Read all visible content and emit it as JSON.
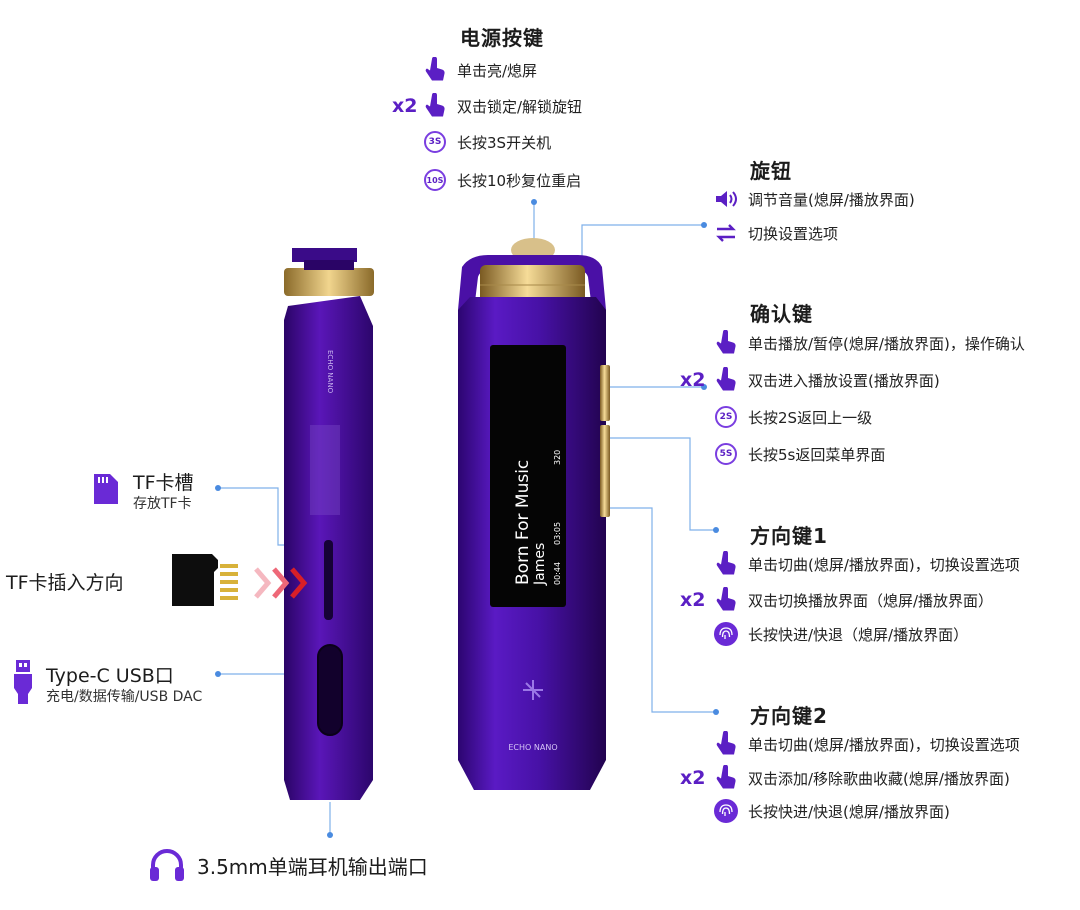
{
  "power": {
    "title": "电源按键",
    "items": [
      {
        "icon": "tap-icon",
        "text": "单击亮/熄屏"
      },
      {
        "icon": "tap-icon",
        "prefix": "x2",
        "text": "双击锁定/解锁旋钮"
      },
      {
        "icon": "hold-3s-icon",
        "badge": "3S",
        "text": "长按3S开关机"
      },
      {
        "icon": "hold-10s-icon",
        "badge": "10S",
        "text": "长按10秒复位重启"
      }
    ]
  },
  "knob": {
    "title": "旋钮",
    "items": [
      {
        "icon": "speaker-icon",
        "text": "调节音量(熄屏/播放界面)"
      },
      {
        "icon": "switch-arrows-icon",
        "text": "切换设置选项"
      }
    ]
  },
  "confirm": {
    "title": "确认键",
    "items": [
      {
        "icon": "tap-icon",
        "text": "单击播放/暂停(熄屏/播放界面)，操作确认"
      },
      {
        "icon": "tap-icon",
        "prefix": "x2",
        "text": "双击进入播放设置(播放界面)"
      },
      {
        "icon": "hold-2s-icon",
        "badge": "2S",
        "text": "长按2S返回上一级"
      },
      {
        "icon": "hold-5s-icon",
        "badge": "5S",
        "text": "长按5s返回菜单界面"
      }
    ]
  },
  "dir1": {
    "title": "方向键1",
    "items": [
      {
        "icon": "tap-icon",
        "text": "单击切曲(熄屏/播放界面)，切换设置选项"
      },
      {
        "icon": "tap-icon",
        "prefix": "x2",
        "text": "双击切换播放界面（熄屏/播放界面）"
      },
      {
        "icon": "fingerprint-icon",
        "text": "长按快进/快退（熄屏/播放界面）"
      }
    ]
  },
  "dir2": {
    "title": "方向键2",
    "items": [
      {
        "icon": "tap-icon",
        "text": "单击切曲(熄屏/播放界面)，切换设置选项"
      },
      {
        "icon": "tap-icon",
        "prefix": "x2",
        "text": "双击添加/移除歌曲收藏(熄屏/播放界面)"
      },
      {
        "icon": "fingerprint-icon",
        "text": "长按快进/快退(熄屏/播放界面)"
      }
    ]
  },
  "tf": {
    "title": "TF卡槽",
    "sub": "存放TF卡",
    "insert": "TF卡插入方向"
  },
  "usb": {
    "title": "Type-C USB口",
    "sub": "充电/数据传输/USB DAC"
  },
  "audio": {
    "title": "3.5mm单端耳机输出端口"
  },
  "device": {
    "brand": "ECHO NANO",
    "screen": {
      "line1": "Born For Music",
      "line2": "James",
      "time": "00:44",
      "total": "03:05",
      "rate": "320"
    }
  },
  "colors": {
    "accent": "#5b1fc4",
    "body": "#4a0fa0",
    "gold": "#c9a65a",
    "line": "#6a9fe0"
  }
}
